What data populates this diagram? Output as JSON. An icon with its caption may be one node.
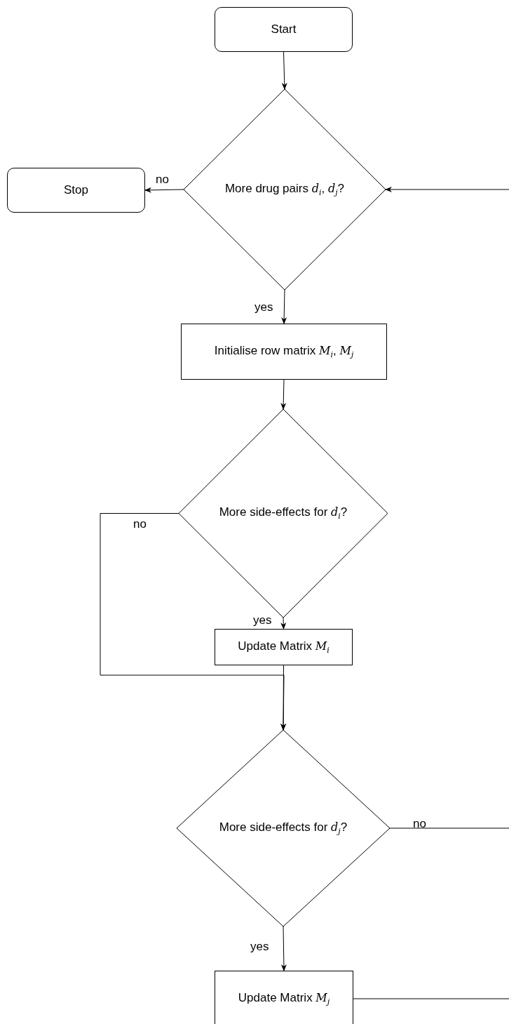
{
  "diagram": {
    "nodes": [
      {
        "text": [
          "Start"
        ]
      },
      {
        "text": [
          "More drug pairs *d*$_{i}$, *d*$_{j}$?"
        ]
      },
      {
        "text": [
          "Stop"
        ]
      },
      {
        "text": [
          "Initialise row matrix *M*$_{i}$, *M*$_{j}$"
        ]
      },
      {
        "text": [
          "More side-effects for *d*$_{i}$?"
        ]
      },
      {
        "text": [
          "Update Matrix *M*$_{i}$"
        ]
      },
      {
        "text": [
          "More side-effects for *d*$_{j}$?"
        ]
      },
      {
        "text": [
          "Update Matrix *M*$_{j}$"
        ]
      }
    ],
    "edges": [
      {
        "from": 0,
        "to": 1,
        "arrow": "to"
      },
      {
        "from": 1,
        "to": 2,
        "label": "no",
        "arrow": "to"
      },
      {
        "from": 1,
        "to": 3,
        "label": "yes",
        "arrow": "to"
      },
      {
        "from": 3,
        "to": 4,
        "arrow": "to"
      },
      {
        "from": 4,
        "to": 5,
        "label": "yes",
        "arrow": "to"
      },
      {
        "from": 4,
        "to": 6,
        "label": "no",
        "arrow": "to"
      },
      {
        "from": 5,
        "to": 6,
        "arrow": "to"
      },
      {
        "from": 6,
        "to": 7,
        "label": "yes",
        "arrow": "to"
      },
      {
        "from": 6,
        "to": null,
        "label": "no",
        "arrow": "none"
      },
      {
        "from": 7,
        "to": null,
        "arrow": "none"
      },
      {
        "from": null,
        "to": 1,
        "arrow": "to"
      }
    ]
  }
}
